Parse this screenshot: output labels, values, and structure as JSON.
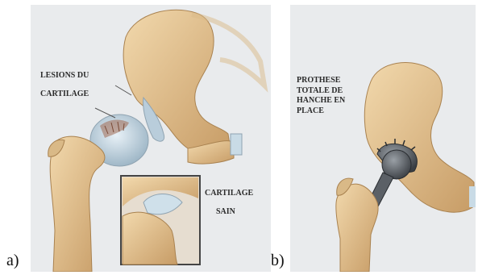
{
  "panel_a": {
    "label": "a)",
    "caption_lesions_line1": "LESIONS DU",
    "caption_lesions_line2": "CARTILAGE",
    "caption_healthy_line1": "CARTILAGE",
    "caption_healthy_line2": "SAIN"
  },
  "panel_b": {
    "label": "b)",
    "caption_line1": "PROTHESE",
    "caption_line2": "TOTALE DE",
    "caption_line3": "HANCHE EN",
    "caption_line4": "PLACE"
  },
  "colors": {
    "background": "#e9ebed",
    "bone": "#e6c595",
    "bone_shadow": "#b8905c",
    "cartilage": "#c9dbe6",
    "lesion": "#a06a52",
    "implant": "#4e5257"
  }
}
